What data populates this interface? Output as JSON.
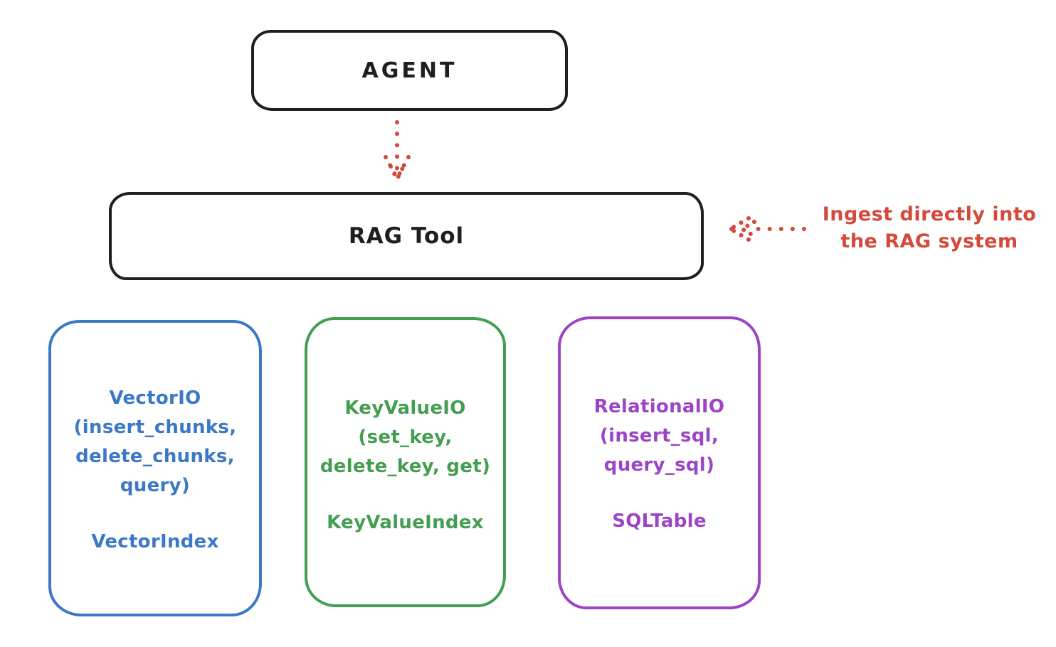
{
  "diagram": {
    "agent": {
      "label": "AGENT"
    },
    "rag_tool": {
      "label": "RAG Tool"
    },
    "annotation": {
      "line1": "Ingest directly into",
      "line2": "the RAG system"
    },
    "stores": [
      {
        "name": "vector-io",
        "color": "#3b78c6",
        "title": "VectorIO",
        "methods": [
          "(insert_chunks,",
          "delete_chunks,",
          "query)"
        ],
        "index": "VectorIndex"
      },
      {
        "name": "keyvalue-io",
        "color": "#449e52",
        "title": "KeyValueIO",
        "methods": [
          "(set_key,",
          "delete_key, get)"
        ],
        "index": "KeyValueIndex"
      },
      {
        "name": "relational-io",
        "color": "#9c44c6",
        "title": "RelationalIO",
        "methods": [
          "(insert_sql,",
          "query_sql)"
        ],
        "index": "SQLTable"
      }
    ],
    "colors": {
      "stroke_black": "#1f1f1f",
      "accent_red": "#d3493c"
    }
  }
}
